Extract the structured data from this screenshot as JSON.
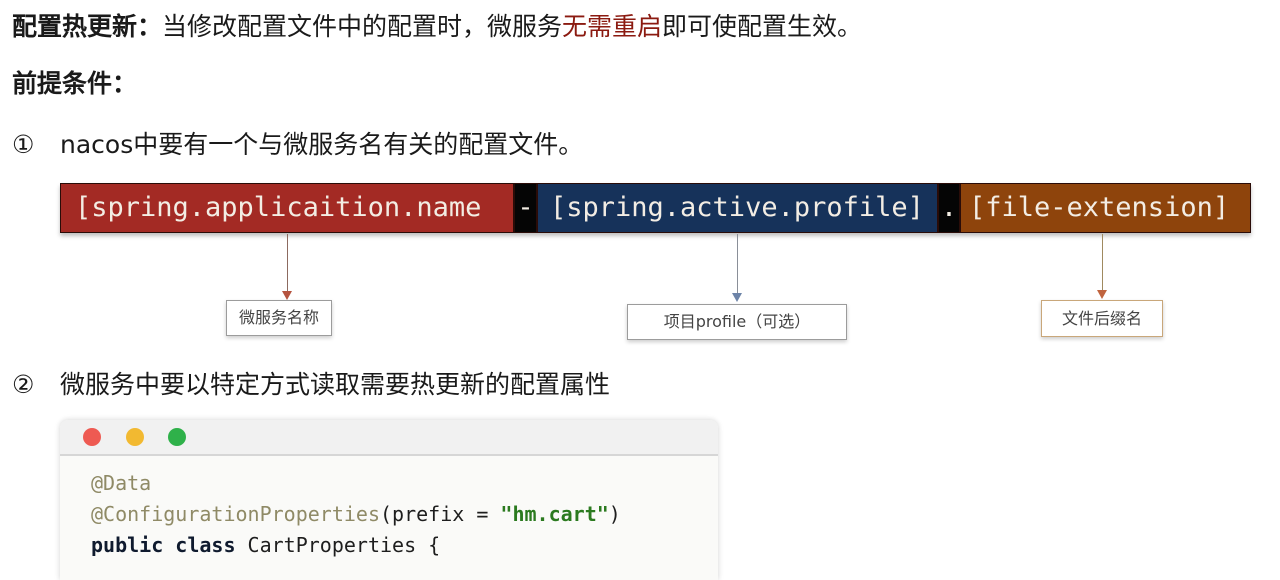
{
  "heading": {
    "label": "配置热更新：",
    "text_before": "当修改配置文件中的配置时，微服务",
    "highlight": "无需重启",
    "text_after": "即可使配置生效。",
    "highlight_color": "#8b1a10"
  },
  "prereq": {
    "label": "前提条件："
  },
  "step1": {
    "number": "①",
    "text": "nacos中要有一个与微服务名有关的配置文件。",
    "segments": [
      {
        "text": "[spring.applicaition.name",
        "color": "#a32a24"
      },
      {
        "text": "-",
        "color": "#050505"
      },
      {
        "text": "[spring.active.profile]",
        "color": "#16325a"
      },
      {
        "text": ".",
        "color": "#050505"
      },
      {
        "text": "[file-extension]",
        "color": "#8e440c"
      }
    ],
    "labels": [
      {
        "text": "微服务名称",
        "arrow_color": "#b5533f"
      },
      {
        "text": "项目profile（可选）",
        "arrow_color": "#6d84a8"
      },
      {
        "text": "文件后缀名",
        "arrow_color": "#c0643f"
      }
    ]
  },
  "step2": {
    "number": "②",
    "text": "微服务中要以特定方式读取需要热更新的配置属性",
    "window_dots": [
      {
        "name": "close",
        "color": "#ee5a52"
      },
      {
        "name": "minimize",
        "color": "#f2b931"
      },
      {
        "name": "maximize",
        "color": "#2fb14a"
      }
    ],
    "code": {
      "line1": "@Data",
      "line2_anno": "@ConfigurationProperties",
      "line2_rest_a": "(prefix = ",
      "line2_str": "\"hm.cart\"",
      "line2_rest_b": ")",
      "line3_kw": "public class",
      "line3_rest": " CartProperties {"
    }
  }
}
